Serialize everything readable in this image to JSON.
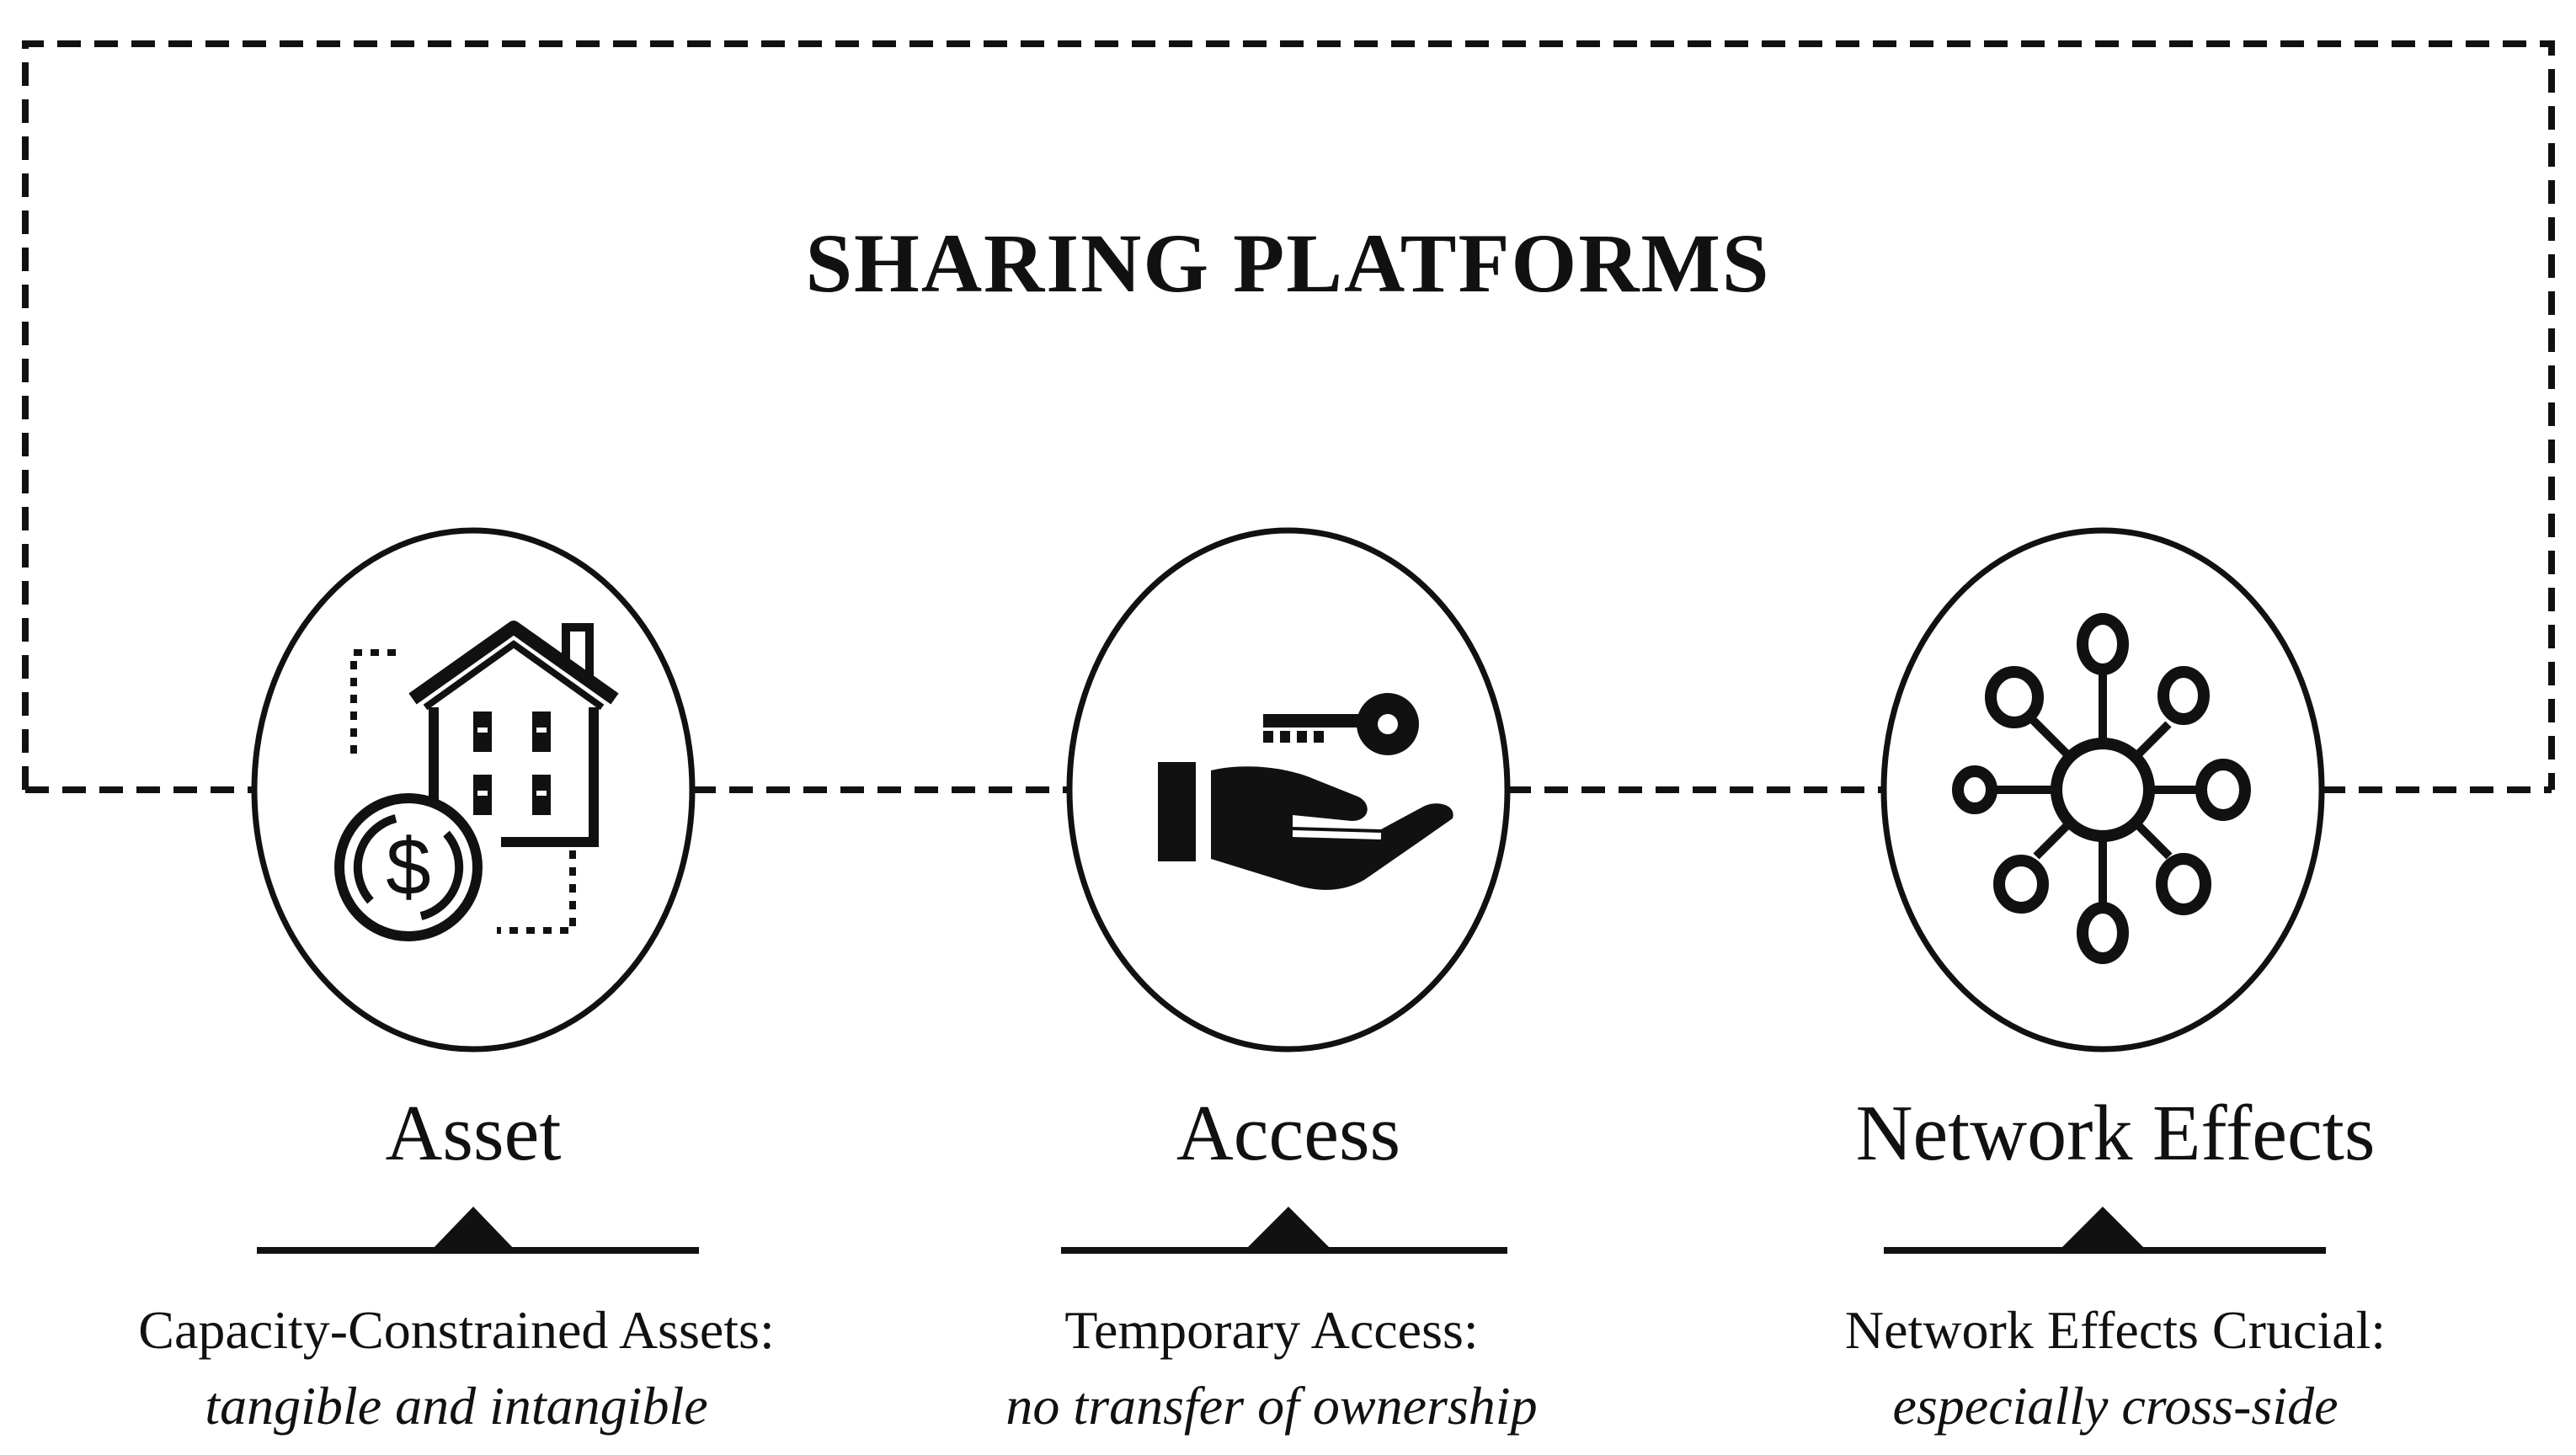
{
  "title": "SHARING PLATFORMS",
  "pillars": [
    {
      "label": "Asset",
      "icon": "house-dollar-icon",
      "description": "Capacity-Constrained Assets:",
      "subtext": "tangible and intangible"
    },
    {
      "label": "Access",
      "icon": "hand-key-icon",
      "description": "Temporary Access:",
      "subtext": "no transfer of ownership"
    },
    {
      "label": "Network Effects",
      "icon": "network-hub-icon",
      "description": "Network Effects Crucial:",
      "subtext": "especially cross-side"
    }
  ],
  "colors": {
    "stroke": "#111111",
    "background": "#ffffff"
  }
}
